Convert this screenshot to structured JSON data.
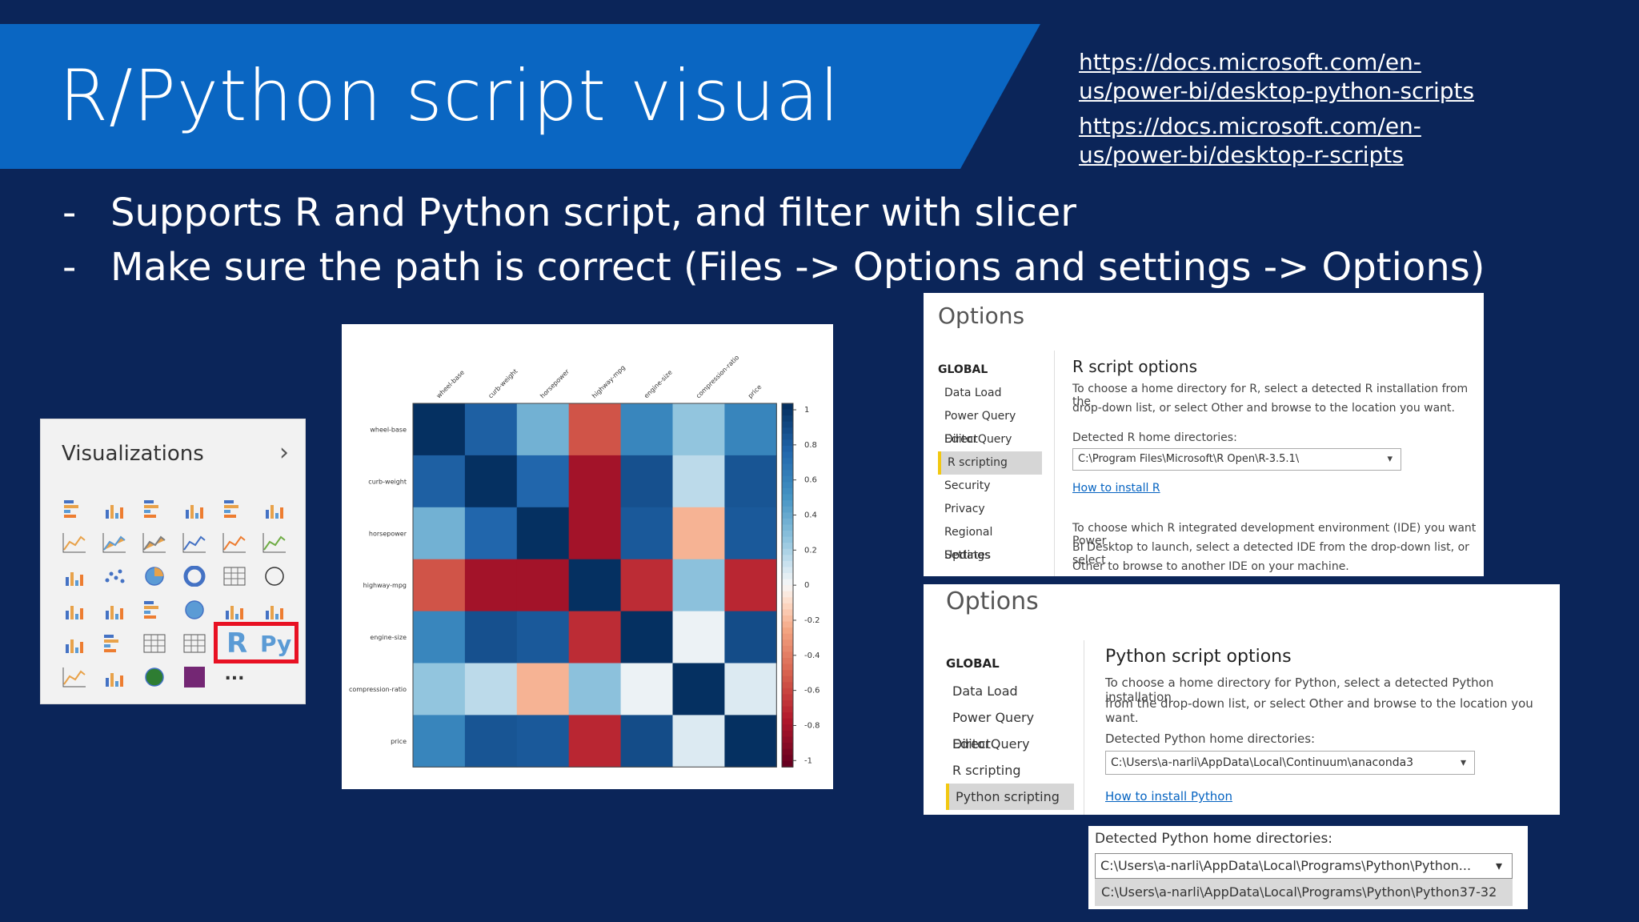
{
  "slide": {
    "title": "R/Python script visual",
    "links": [
      "https://docs.microsoft.com/en-us/power-bi/desktop-python-scripts",
      "https://docs.microsoft.com/en-us/power-bi/desktop-r-scripts"
    ],
    "bullets": [
      "Supports R and Python script, and filter with slicer",
      "Make sure the path is correct (Files -> Options and settings -> Options)"
    ],
    "bullet_marker": "-",
    "colors": {
      "background": "#0b2559",
      "banner": "#0a66c2",
      "highlight": "#e81123"
    }
  },
  "visualizations": {
    "title": "Visualizations",
    "chevron": "›",
    "r_label": "R",
    "py_label": "Py",
    "more": "...",
    "icons": [
      "stacked-bar-icon",
      "stacked-column-icon",
      "clustered-bar-icon",
      "clustered-column-icon",
      "100-stacked-bar-icon",
      "100-stacked-column-icon",
      "line-chart-icon",
      "area-chart-icon",
      "stacked-area-icon",
      "line-column-icon",
      "line-clustered-column-icon",
      "ribbon-chart-icon",
      "waterfall-icon",
      "scatter-icon",
      "pie-icon",
      "donut-icon",
      "treemap-icon",
      "map-icon",
      "filled-map-icon",
      "shape-map-icon",
      "funnel-icon",
      "gauge-icon",
      "card-icon",
      "multirow-card-icon",
      "kpi-icon",
      "slicer-icon",
      "table-icon",
      "matrix-icon",
      "r-visual-icon",
      "python-visual-icon",
      "key-influencers-icon",
      "qa-icon",
      "arcgis-icon",
      "powerapps-icon",
      "more-icon"
    ]
  },
  "chart_data": {
    "type": "heatmap",
    "title": "",
    "categories": [
      "wheel-base",
      "curb-weight",
      "horsepower",
      "highway-mpg",
      "engine-size",
      "compression-ratio",
      "price"
    ],
    "values": [
      [
        1.0,
        0.78,
        0.35,
        -0.54,
        0.57,
        0.25,
        0.58
      ],
      [
        0.78,
        1.0,
        0.75,
        -0.8,
        0.85,
        0.15,
        0.83
      ],
      [
        0.35,
        0.75,
        1.0,
        -0.8,
        0.81,
        -0.21,
        0.81
      ],
      [
        -0.54,
        -0.8,
        -0.8,
        1.0,
        -0.68,
        0.27,
        -0.7
      ],
      [
        0.57,
        0.85,
        0.81,
        -0.68,
        1.0,
        0.03,
        0.87
      ],
      [
        0.25,
        0.15,
        -0.21,
        0.27,
        0.03,
        1.0,
        0.07
      ],
      [
        0.58,
        0.83,
        0.81,
        -0.7,
        0.87,
        0.07,
        1.0
      ]
    ],
    "colorbar_ticks": [
      "1",
      "0.8",
      "0.6",
      "0.4",
      "0.2",
      "0",
      "-0.2",
      "-0.4",
      "-0.6",
      "-0.8",
      "-1"
    ],
    "zlim": [
      -1,
      1
    ],
    "colormap": "RdBu"
  },
  "options_r": {
    "title": "Options",
    "global": "GLOBAL",
    "nav": [
      "Data Load",
      "Power Query Editor",
      "DirectQuery",
      "R scripting",
      "Security",
      "Privacy",
      "Regional Settings",
      "Updates"
    ],
    "selected": "R scripting",
    "section": "R script options",
    "desc1": "To choose a home directory for R, select a detected R installation from the",
    "desc2": "drop-down list, or select Other and browse to the location you want.",
    "detected_label": "Detected R home directories:",
    "dropdown_value": "C:\\Program Files\\Microsoft\\R Open\\R-3.5.1\\",
    "install_link": "How to install R",
    "ide1": "To choose which R integrated development environment (IDE) you want Power",
    "ide2": "BI Desktop to launch, select a detected IDE from the drop-down list, or select",
    "ide3": "Other to browse to another IDE on your machine."
  },
  "options_py": {
    "title": "Options",
    "global": "GLOBAL",
    "nav": [
      "Data Load",
      "Power Query Editor",
      "DirectQuery",
      "R scripting",
      "Python scripting"
    ],
    "selected": "Python scripting",
    "section": "Python script options",
    "desc1": "To choose a home directory for Python, select a detected Python installation",
    "desc2": "from the drop-down list, or select Other and browse to the location you want.",
    "detected_label": "Detected Python home directories:",
    "dropdown_value": "C:\\Users\\a-narli\\AppData\\Local\\Continuum\\anaconda3",
    "install_link": "How to install Python"
  },
  "python_popup": {
    "label": "Detected Python home directories:",
    "dropdown_value": "C:\\Users\\a-narli\\AppData\\Local\\Programs\\Python\\Python...",
    "option": "C:\\Users\\a-narli\\AppData\\Local\\Programs\\Python\\Python37-32"
  }
}
